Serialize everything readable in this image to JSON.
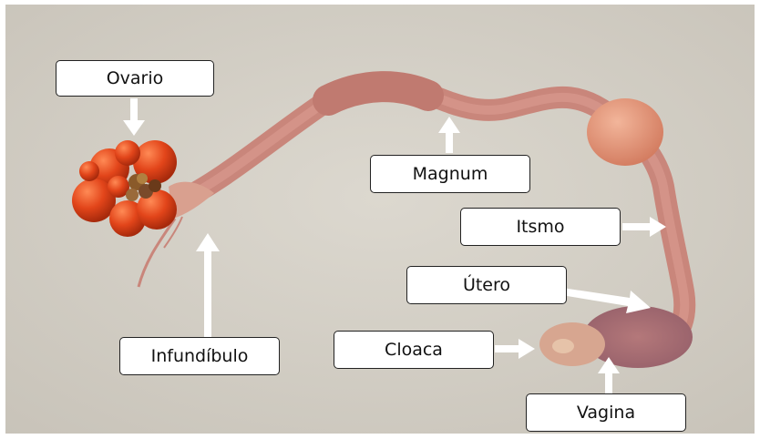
{
  "labels": {
    "ovario": "Ovario",
    "magnum": "Magnum",
    "itsmo": "Itsmo",
    "utero": "Útero",
    "cloaca": "Cloaca",
    "infundibulo": "Infundíbulo",
    "vagina": "Vagina"
  },
  "colors": {
    "background": "#d6d2c9",
    "label_fill": "#ffffff",
    "label_border": "#222222",
    "arrow": "#ffffff",
    "tissue": "#c9867b",
    "follicle": "#e2451a"
  }
}
